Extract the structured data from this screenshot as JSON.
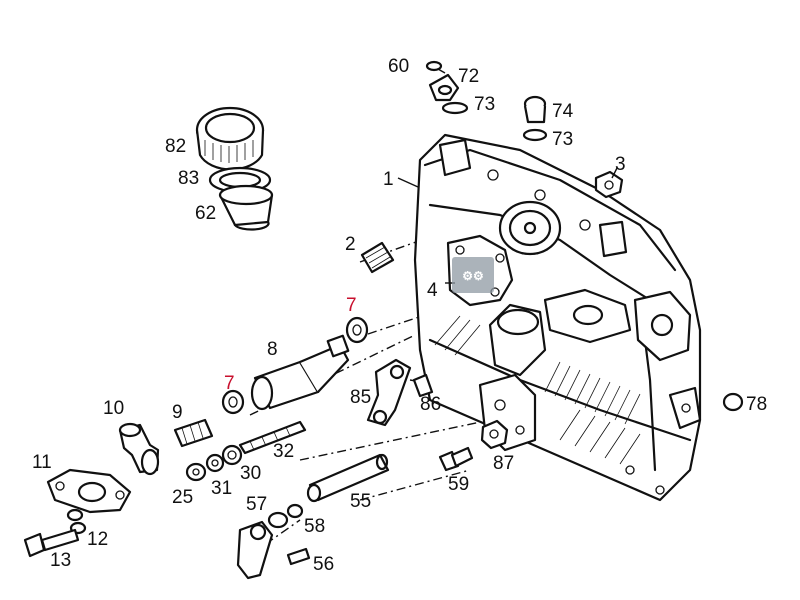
{
  "callouts": [
    {
      "id": "c60",
      "text": "60",
      "color": "#111111"
    },
    {
      "id": "c72",
      "text": "72",
      "color": "#111111"
    },
    {
      "id": "c73a",
      "text": "73",
      "color": "#111111"
    },
    {
      "id": "c74",
      "text": "74",
      "color": "#111111"
    },
    {
      "id": "c73b",
      "text": "73",
      "color": "#111111"
    },
    {
      "id": "c82",
      "text": "82",
      "color": "#111111"
    },
    {
      "id": "c83",
      "text": "83",
      "color": "#111111"
    },
    {
      "id": "c62",
      "text": "62",
      "color": "#111111"
    },
    {
      "id": "c1",
      "text": "1",
      "color": "#111111"
    },
    {
      "id": "c3",
      "text": "3",
      "color": "#111111"
    },
    {
      "id": "c2",
      "text": "2",
      "color": "#111111"
    },
    {
      "id": "c4",
      "text": "4",
      "color": "#111111"
    },
    {
      "id": "c7a",
      "text": "7",
      "color": "#c8102e"
    },
    {
      "id": "c8",
      "text": "8",
      "color": "#111111"
    },
    {
      "id": "c7b",
      "text": "7",
      "color": "#c8102e"
    },
    {
      "id": "c85",
      "text": "85",
      "color": "#111111"
    },
    {
      "id": "c86",
      "text": "86",
      "color": "#111111"
    },
    {
      "id": "c10",
      "text": "10",
      "color": "#111111"
    },
    {
      "id": "c9",
      "text": "9",
      "color": "#111111"
    },
    {
      "id": "c32",
      "text": "32",
      "color": "#111111"
    },
    {
      "id": "c78",
      "text": "78",
      "color": "#111111"
    },
    {
      "id": "c11",
      "text": "11",
      "color": "#111111"
    },
    {
      "id": "c30",
      "text": "30",
      "color": "#111111"
    },
    {
      "id": "c25",
      "text": "25",
      "color": "#111111"
    },
    {
      "id": "c31",
      "text": "31",
      "color": "#111111"
    },
    {
      "id": "c87",
      "text": "87",
      "color": "#111111"
    },
    {
      "id": "c59",
      "text": "59",
      "color": "#111111"
    },
    {
      "id": "c55",
      "text": "55",
      "color": "#111111"
    },
    {
      "id": "c57",
      "text": "57",
      "color": "#111111"
    },
    {
      "id": "c58",
      "text": "58",
      "color": "#111111"
    },
    {
      "id": "c12",
      "text": "12",
      "color": "#111111"
    },
    {
      "id": "c13",
      "text": "13",
      "color": "#111111"
    },
    {
      "id": "c56",
      "text": "56",
      "color": "#111111"
    }
  ],
  "highlight_color": "#c8102e",
  "watermark": "icon"
}
